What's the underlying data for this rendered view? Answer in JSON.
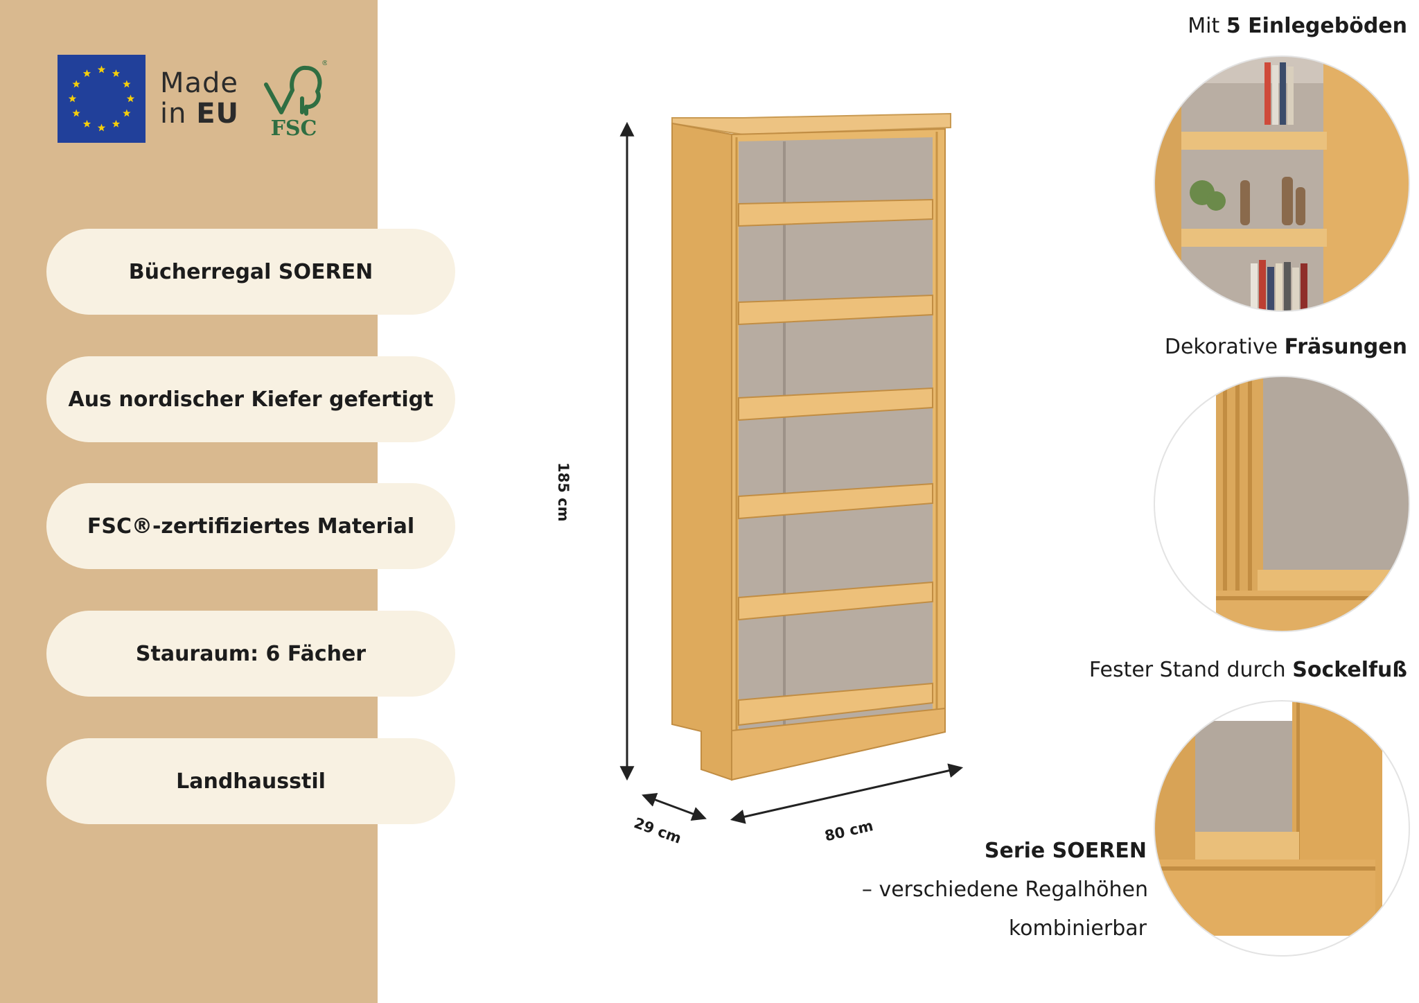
{
  "badges": {
    "made_line1": "Made",
    "made_line2_prefix": "in ",
    "made_line2_bold": "EU",
    "fsc_text": "FSC",
    "fsc_registered": "®"
  },
  "features": [
    {
      "label": "Bücherregal SOEREN"
    },
    {
      "label": "Aus nordischer Kiefer gefertigt"
    },
    {
      "label": "FSC®-zertifiziertes Material"
    },
    {
      "label": "Stauraum: 6 Fächer"
    },
    {
      "label": "Landhausstil"
    }
  ],
  "dimensions": {
    "height": "185 cm",
    "depth": "29 cm",
    "width": "80 cm"
  },
  "details": {
    "shelves": {
      "prefix": "Mit ",
      "bold": "5 Einlegeböden"
    },
    "milling": {
      "prefix": "Dekorative ",
      "bold": "Fräsungen"
    },
    "base": {
      "prefix": "Fester Stand durch ",
      "bold": "Sockelfuß"
    }
  },
  "serie": {
    "title": "Serie SOEREN",
    "line1": "– verschiedene Regalhöhen",
    "line2": "kombinierbar"
  },
  "colors": {
    "sidebar": "#d9b98f",
    "pill": "#f8f1e2",
    "pine": "#e2b56c",
    "back_panel": "#b8aea4",
    "eu_blue": "#21409a",
    "eu_star": "#f5cf0b",
    "fsc_green": "#2f6e42"
  }
}
